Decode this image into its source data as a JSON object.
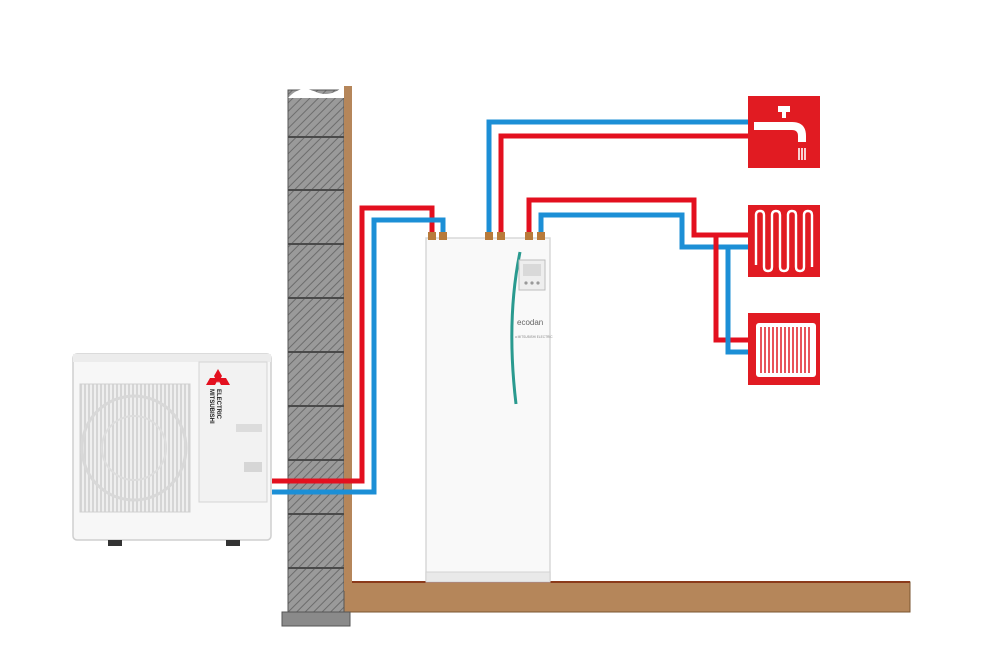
{
  "outdoor_unit": {
    "brand_top": "MITSUBISHI",
    "brand_bottom": "ELECTRIC"
  },
  "indoor_unit": {
    "logo": "ecodan",
    "sub_logo": "a MITSUBISHI ELECTRIC"
  },
  "icons": {
    "tap": "tap-icon",
    "underfloor": "underfloor-heating-icon",
    "radiator": "radiator-icon"
  },
  "colors": {
    "hot_pipe": "#e3101f",
    "cold_pipe": "#1c8fd6",
    "floor": "#b5865a",
    "wall": "#8a8a8a",
    "icon_bg": "#e11b22",
    "indoor_accent": "#2a9a8f"
  }
}
